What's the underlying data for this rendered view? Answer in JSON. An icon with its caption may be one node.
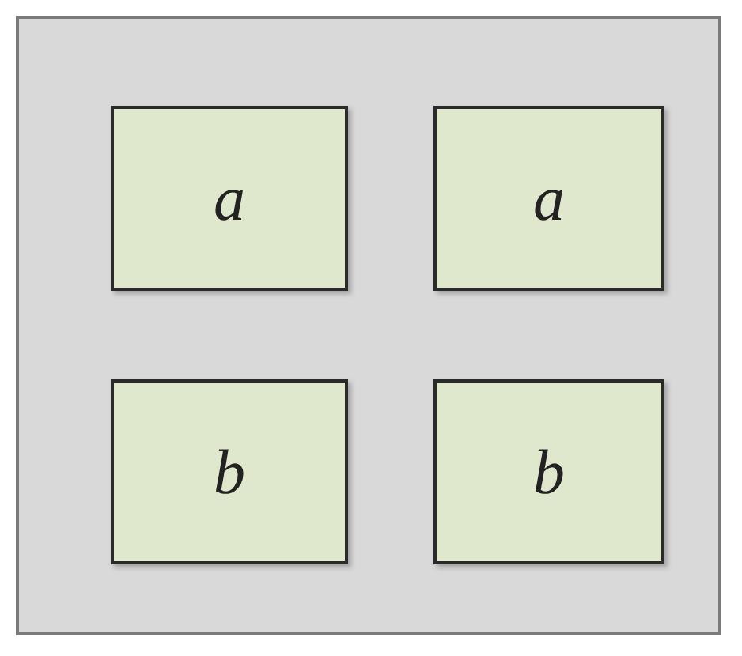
{
  "diagram": {
    "nodes": [
      {
        "text": [],
        "shape": "box"
      },
      {
        "text": [
          "a"
        ],
        "in": 0
      },
      {
        "text": [
          "a"
        ],
        "in": 0
      },
      {
        "text": [
          "b"
        ],
        "in": 0
      },
      {
        "text": [
          "b"
        ],
        "in": 0
      }
    ]
  }
}
